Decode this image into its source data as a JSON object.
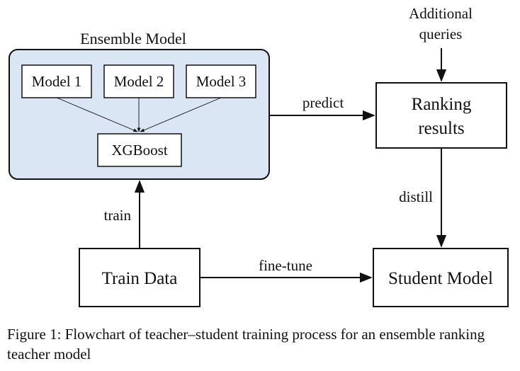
{
  "diagram": {
    "ensemble": {
      "title": "Ensemble Model",
      "fill_color": "#dbe6f4",
      "models": [
        "Model 1",
        "Model 2",
        "Model 3"
      ],
      "combiner": "XGBoost"
    },
    "ranking_results": {
      "line1": "Ranking",
      "line2": "results"
    },
    "additional_queries": {
      "line1": "Additional",
      "line2": "queries"
    },
    "train_data": "Train Data",
    "student_model": "Student Model",
    "edges": {
      "predict": "predict",
      "distill": "distill",
      "train": "train",
      "fine_tune": "fine-tune"
    }
  },
  "caption": "Figure 1: Flowchart of teacher–student training process for an ensemble ranking teacher model"
}
